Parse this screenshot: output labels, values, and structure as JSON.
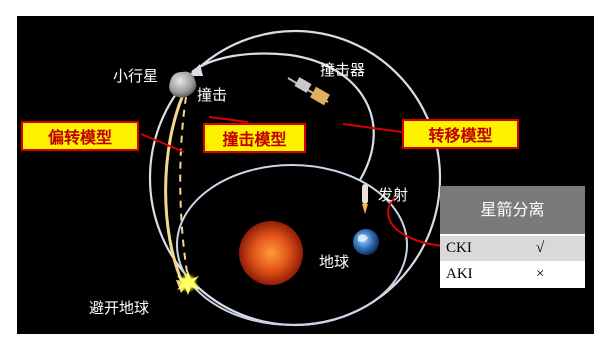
{
  "labels": {
    "asteroid": "小行星",
    "impact": "撞击",
    "impactor": "撞击器",
    "launch": "发射",
    "earth": "地球",
    "avoid_earth": "避开地球"
  },
  "models": {
    "deflection": "偏转模型",
    "impact": "撞击模型",
    "transfer": "转移模型"
  },
  "separation_table": {
    "header": "星箭分离",
    "rows": [
      {
        "name": "CKI",
        "mark": "√"
      },
      {
        "name": "AKI",
        "mark": "×"
      }
    ]
  },
  "colors": {
    "space": "#000000",
    "orbit": "#d8dde6",
    "callout": "#d90000",
    "model_fill": "#fff200",
    "deflect_arrow": "#f5d98b",
    "sun": "#d63a10"
  }
}
